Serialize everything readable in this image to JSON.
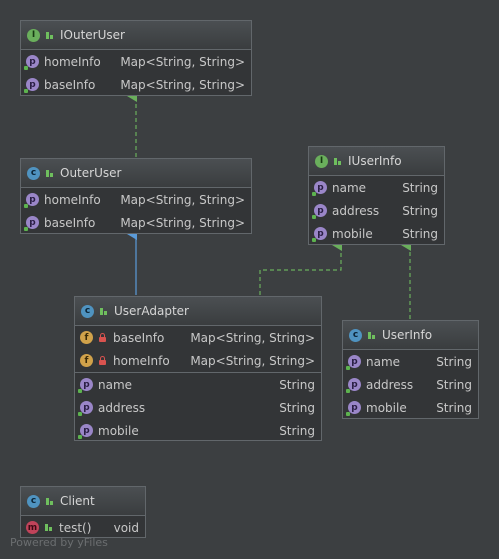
{
  "diagram": {
    "boxes": {
      "iouteruser": {
        "kind": "interface",
        "title": "IOuterUser",
        "fields": [
          {
            "name": "homeInfo",
            "type": "Map<String, String>"
          },
          {
            "name": "baseInfo",
            "type": "Map<String, String>"
          }
        ]
      },
      "outeruser": {
        "kind": "class",
        "title": "OuterUser",
        "fields": [
          {
            "name": "homeInfo",
            "type": "Map<String, String>"
          },
          {
            "name": "baseInfo",
            "type": "Map<String, String>"
          }
        ]
      },
      "iuserinfo": {
        "kind": "interface",
        "title": "IUserInfo",
        "fields": [
          {
            "name": "name",
            "type": "String"
          },
          {
            "name": "address",
            "type": "String"
          },
          {
            "name": "mobile",
            "type": "String"
          }
        ]
      },
      "useradapter": {
        "kind": "class",
        "title": "UserAdapter",
        "private_fields": [
          {
            "name": "baseInfo",
            "type": "Map<String, String>"
          },
          {
            "name": "homeInfo",
            "type": "Map<String, String>"
          }
        ],
        "fields": [
          {
            "name": "name",
            "type": "String"
          },
          {
            "name": "address",
            "type": "String"
          },
          {
            "name": "mobile",
            "type": "String"
          }
        ]
      },
      "userinfo": {
        "kind": "class",
        "title": "UserInfo",
        "fields": [
          {
            "name": "name",
            "type": "String"
          },
          {
            "name": "address",
            "type": "String"
          },
          {
            "name": "mobile",
            "type": "String"
          }
        ]
      },
      "client": {
        "kind": "class",
        "title": "Client",
        "methods": [
          {
            "name": "test()",
            "type": "void"
          }
        ]
      }
    },
    "edges": [
      {
        "from": "outeruser",
        "to": "iouteruser",
        "kind": "implements"
      },
      {
        "from": "useradapter",
        "to": "outeruser",
        "kind": "extends"
      },
      {
        "from": "useradapter",
        "to": "iuserinfo",
        "kind": "implements"
      },
      {
        "from": "userinfo",
        "to": "iuserinfo",
        "kind": "implements"
      }
    ],
    "colors": {
      "background": "#3c3f41",
      "implements_edge": "#6aaf5c",
      "extends_edge": "#5b9bd8"
    },
    "icons": {
      "interface": "interface-i-icon",
      "class": "class-c-icon",
      "property": "property-p-icon",
      "field": "field-f-icon",
      "method": "method-m-icon"
    }
  },
  "watermark": "Powered by yFiles"
}
